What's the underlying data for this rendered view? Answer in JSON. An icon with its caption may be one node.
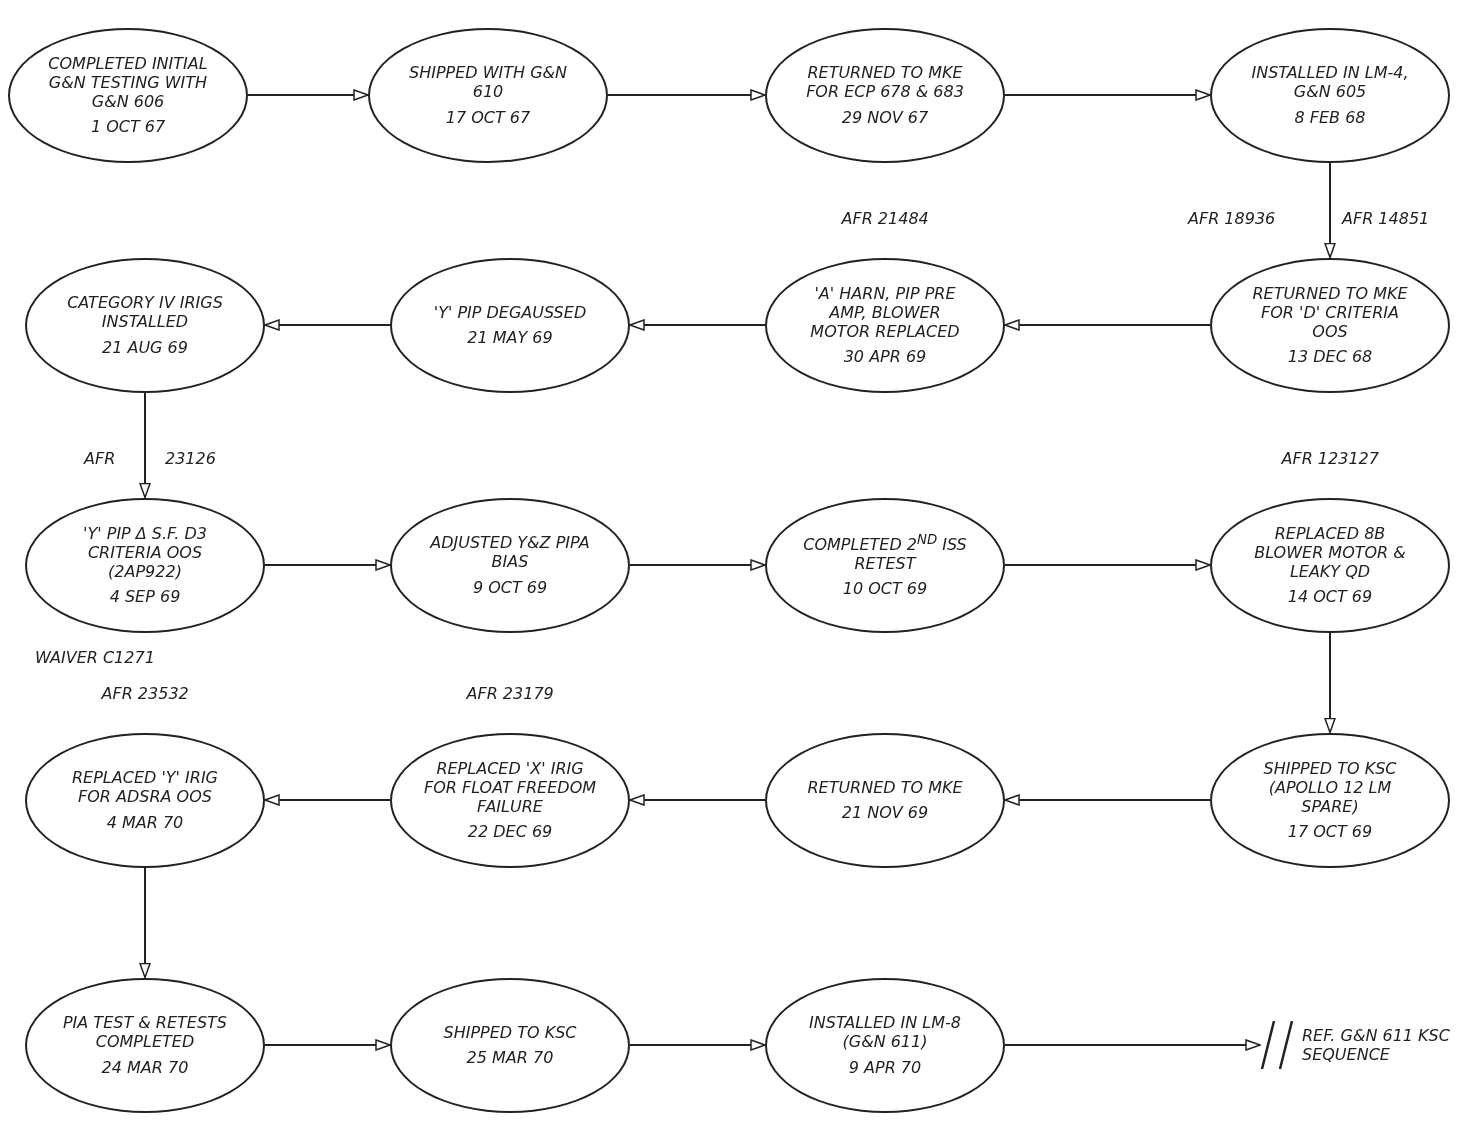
{
  "diagram": {
    "nodes": [
      {
        "text": [
          "COMPLETED INITIAL G&N TESTING WITH G&N 606",
          "1 OCT 67"
        ]
      },
      {
        "text": [
          "SHIPPED WITH G&N 610",
          "17 OCT 67"
        ]
      },
      {
        "text": [
          "RETURNED TO MKE FOR ECP 678 & 683",
          "29 NOV 67"
        ]
      },
      {
        "text": [
          "INSTALLED IN LM-4, G&N 605",
          "8 FEB 68"
        ]
      },
      {
        "text": [
          "RETURNED TO MKE FOR 'D' CRITERIA OOS",
          "13 DEC 68"
        ],
        "beside": [
          "AFR 18936",
          "AFR 14851"
        ]
      },
      {
        "text": [
          "'A' HARN, PIP PRE AMP, BLOWER MOTOR REPLACED",
          "30 APR 69"
        ],
        "beside": [
          "AFR 21484"
        ]
      },
      {
        "text": [
          "'Y' PIP DEGAUSSED",
          "21 MAY 69"
        ]
      },
      {
        "text": [
          "CATEGORY IV IRIGS INSTALLED",
          "21 AUG 69"
        ]
      },
      {
        "text": [
          "'Y' PIP Δ S.F. D3 CRITERIA OOS (2AP922)",
          "4 SEP 69"
        ],
        "beside": [
          "AFR",
          "23126",
          "WAIVER C1271"
        ]
      },
      {
        "text": [
          "ADJUSTED Y&Z PIPA BIAS",
          "9 OCT 69"
        ]
      },
      {
        "text": [
          "COMPLETED 2$^{ND}$ ISS RETEST",
          "10 OCT 69"
        ]
      },
      {
        "text": [
          "REPLACED 8B BLOWER MOTOR & LEAKY QD",
          "14 OCT 69"
        ],
        "beside": [
          "AFR 123127"
        ]
      },
      {
        "text": [
          "SHIPPED TO KSC (APOLLO 12 LM SPARE)",
          "17 OCT 69"
        ]
      },
      {
        "text": [
          "RETURNED TO MKE",
          "21 NOV 69"
        ]
      },
      {
        "text": [
          "REPLACED 'X' IRIG FOR FLOAT FREEDOM FAILURE",
          "22 DEC 69"
        ],
        "beside": [
          "AFR 23179"
        ]
      },
      {
        "text": [
          "REPLACED 'Y' IRIG FOR ADSRA OOS",
          "4 MAR 70"
        ],
        "beside": [
          "AFR 23532"
        ]
      },
      {
        "text": [
          "PIA TEST & RETESTS COMPLETED",
          "24 MAR 70"
        ]
      },
      {
        "text": [
          "SHIPPED TO KSC",
          "25 MAR 70"
        ]
      },
      {
        "text": [
          "INSTALLED IN LM-8 (G&N 611)",
          "9 APR 70"
        ]
      },
      {
        "text": [
          "REF. G&N 611 KSC SEQUENCE"
        ]
      }
    ],
    "edges": [
      {
        "from": 0,
        "to": 1,
        "arrow": "to"
      },
      {
        "from": 1,
        "to": 2,
        "arrow": "to"
      },
      {
        "from": 2,
        "to": 3,
        "arrow": "to"
      },
      {
        "from": 3,
        "to": 4,
        "arrow": "to"
      },
      {
        "from": 4,
        "to": 5,
        "arrow": "to"
      },
      {
        "from": 5,
        "to": 6,
        "arrow": "to"
      },
      {
        "from": 6,
        "to": 7,
        "arrow": "to"
      },
      {
        "from": 7,
        "to": 8,
        "arrow": "to"
      },
      {
        "from": 8,
        "to": 9,
        "arrow": "to"
      },
      {
        "from": 9,
        "to": 10,
        "arrow": "to"
      },
      {
        "from": 10,
        "to": 11,
        "arrow": "to"
      },
      {
        "from": 11,
        "to": 12,
        "arrow": "to"
      },
      {
        "from": 12,
        "to": 13,
        "arrow": "to"
      },
      {
        "from": 13,
        "to": 14,
        "arrow": "to"
      },
      {
        "from": 14,
        "to": 15,
        "arrow": "to"
      },
      {
        "from": 15,
        "to": 16,
        "arrow": "to"
      },
      {
        "from": 16,
        "to": 17,
        "arrow": "to"
      },
      {
        "from": 17,
        "to": 18,
        "arrow": "to"
      },
      {
        "from": 18,
        "to": 19,
        "arrow": "to"
      }
    ]
  }
}
